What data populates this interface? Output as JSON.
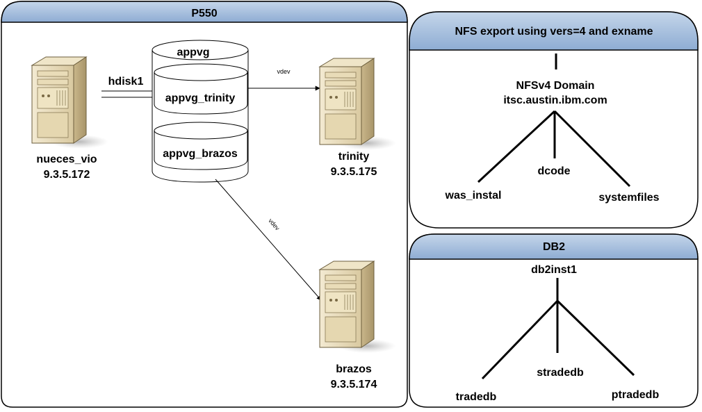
{
  "p550": {
    "title": "P550",
    "server_vio": {
      "name": "nueces_vio",
      "ip": "9.3.5.172"
    },
    "disk_label": "hdisk1",
    "volume_group": {
      "name": "appvg",
      "lv_trinity": "appvg_trinity",
      "lv_brazos": "appvg_brazos"
    },
    "vdev_label_1": "vdev",
    "vdev_label_2": "vdev",
    "server_trinity": {
      "name": "trinity",
      "ip": "9.3.5.175"
    },
    "server_brazos": {
      "name": "brazos",
      "ip": "9.3.5.174"
    }
  },
  "nfs": {
    "title": "NFS export using vers=4 and exname",
    "domain_line1": "NFSv4 Domain",
    "domain_line2": "itsc.austin.ibm.com",
    "children": [
      "was_instal",
      "dcode",
      "systemfiles"
    ]
  },
  "db2": {
    "title": "DB2",
    "root": "db2inst1",
    "children": [
      "tradedb",
      "stradedb",
      "ptradedb"
    ]
  },
  "colors": {
    "header_fill": "#a6bfdc",
    "header_fill_dark": "#7f9fc8",
    "border": "#000000",
    "server_light": "#ece1c4",
    "server_dark": "#bfae86"
  }
}
